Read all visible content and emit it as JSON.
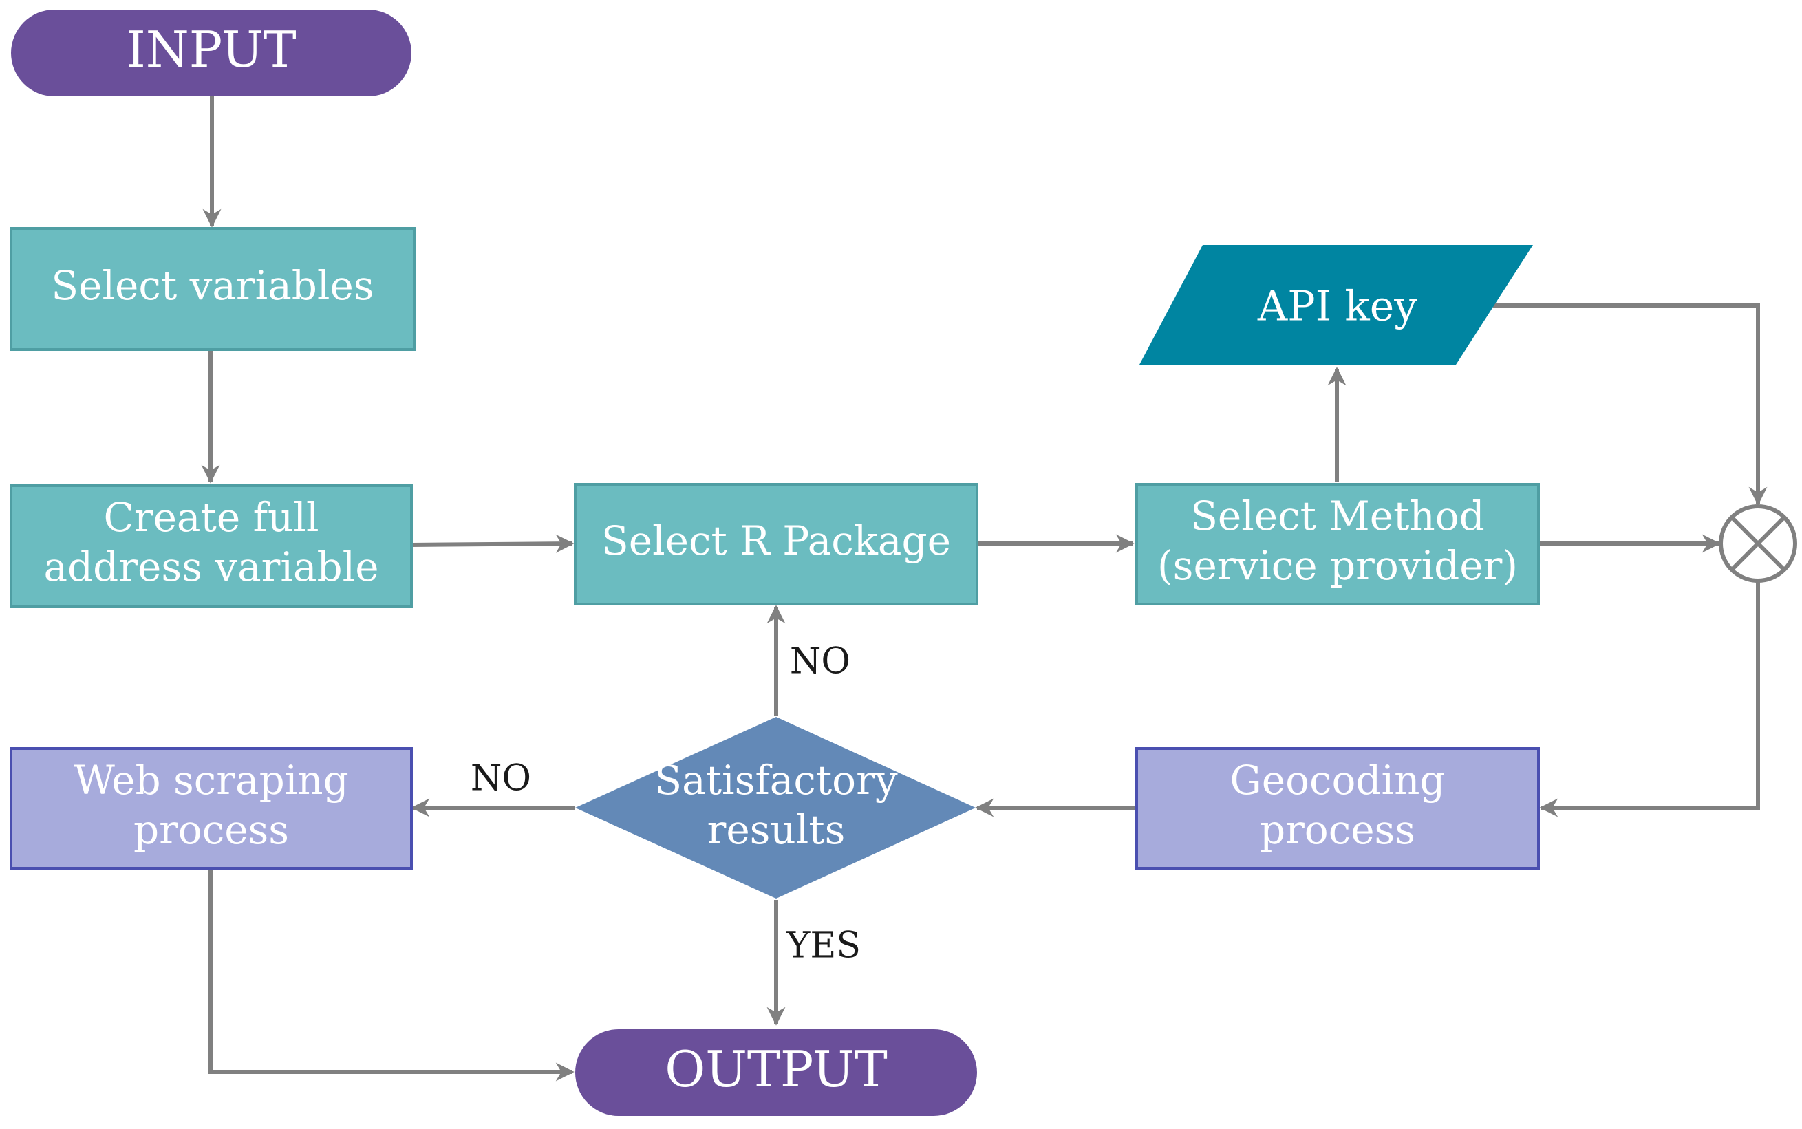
{
  "nodes": {
    "input": {
      "label": "INPUT",
      "color": "#6a4f9a"
    },
    "select_variables": {
      "label": "Select variables",
      "color": "#6bbcc0"
    },
    "create_full_address": {
      "lines": [
        "Create full",
        "address variable"
      ],
      "color": "#6bbcc0"
    },
    "select_r_package": {
      "label": "Select R Package",
      "color": "#6bbcc0"
    },
    "select_method": {
      "lines": [
        "Select Method",
        "(service provider)"
      ],
      "color": "#6bbcc0"
    },
    "api_key": {
      "label": "API key",
      "color": "#0085a1"
    },
    "geocoding_process": {
      "lines": [
        "Geocoding",
        "process"
      ],
      "color": "#a7abdc"
    },
    "satisfactory_results": {
      "lines": [
        "Satisfactory",
        "results"
      ],
      "color": "#6389b7"
    },
    "web_scraping_process": {
      "lines": [
        "Web scraping",
        "process"
      ],
      "color": "#a7abdc"
    },
    "output": {
      "label": "OUTPUT",
      "color": "#6a4f9a"
    }
  },
  "edges": {
    "no_to_package": "NO",
    "no_to_web_scraping": "NO",
    "yes_to_output": "YES"
  },
  "colors": {
    "connector": "#808080",
    "box_border_teal": "#4f9ea3",
    "box_border_lavender": "#4a4fb0"
  }
}
